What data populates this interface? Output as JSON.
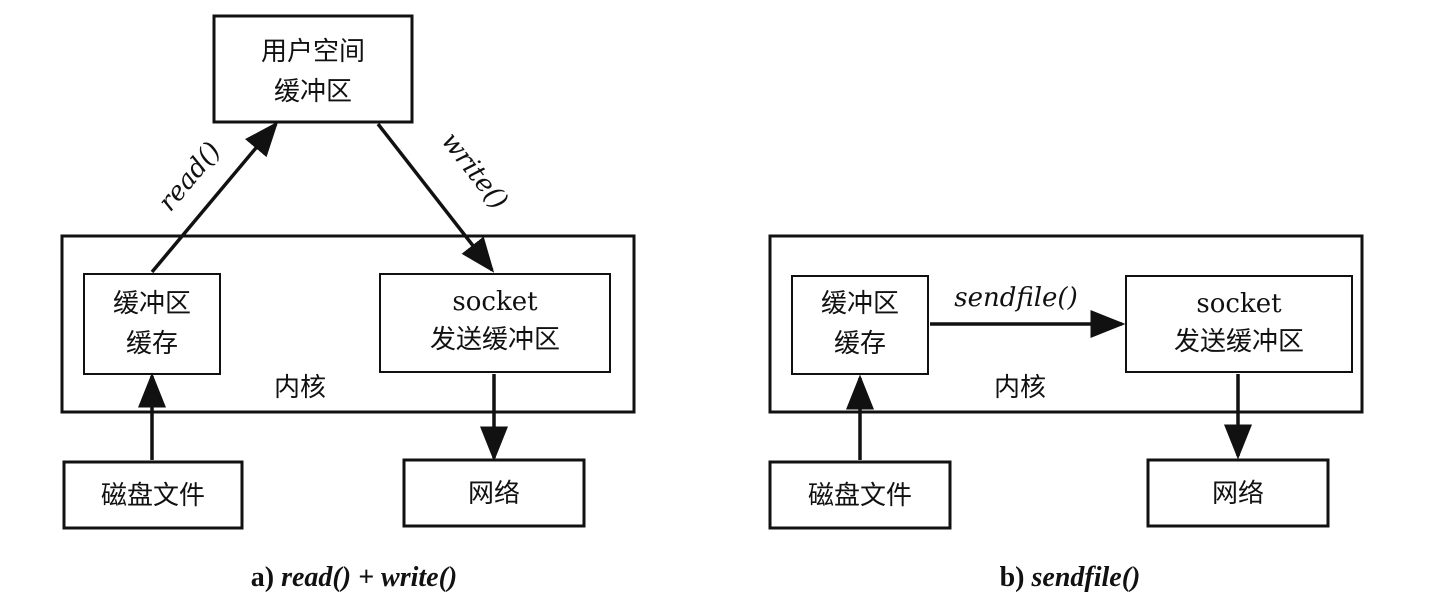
{
  "panel_a": {
    "user_buffer": {
      "line1": "用户空间",
      "line2": "缓冲区"
    },
    "kernel_label": "内核",
    "cache": {
      "line1": "缓冲区",
      "line2": "缓存"
    },
    "socket": {
      "line1": "socket",
      "line2": "发送缓冲区"
    },
    "disk": "磁盘文件",
    "network": "网络",
    "read_label": "read()",
    "write_label": "write()",
    "caption_prefix": "a) ",
    "caption_call": "read() + write()"
  },
  "panel_b": {
    "kernel_label": "内核",
    "cache": {
      "line1": "缓冲区",
      "line2": "缓存"
    },
    "socket": {
      "line1": "socket",
      "line2": "发送缓冲区"
    },
    "disk": "磁盘文件",
    "network": "网络",
    "sendfile_label": "sendfile()",
    "caption_prefix": "b) ",
    "caption_call": "sendfile()"
  },
  "colors": {
    "stroke": "#111111",
    "background": "#ffffff"
  }
}
